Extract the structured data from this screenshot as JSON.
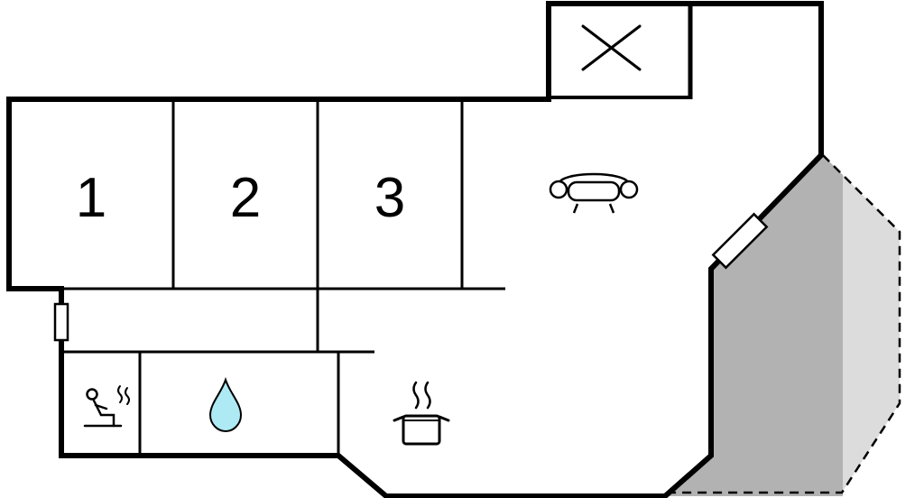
{
  "floorplan": {
    "type": "holiday-home-floor-plan",
    "rooms": [
      {
        "name": "room-1",
        "label": "1"
      },
      {
        "name": "room-2",
        "label": "2"
      },
      {
        "name": "room-3",
        "label": "3"
      }
    ],
    "icons": {
      "cross": "cross-icon",
      "sofa": "sofa-icon",
      "sauna": "sauna-icon",
      "water_drop": "water-drop-icon",
      "cooking_pot": "cooking-pot-icon",
      "window_left": "window-icon",
      "window_diagonal": "window-icon"
    },
    "colors": {
      "background": "#ffffff",
      "wall": "#000000",
      "terrace_dark": "#b2b2b2",
      "terrace_light": "#dcdcdc",
      "water_drop_fill": "#aeeaf4"
    }
  }
}
